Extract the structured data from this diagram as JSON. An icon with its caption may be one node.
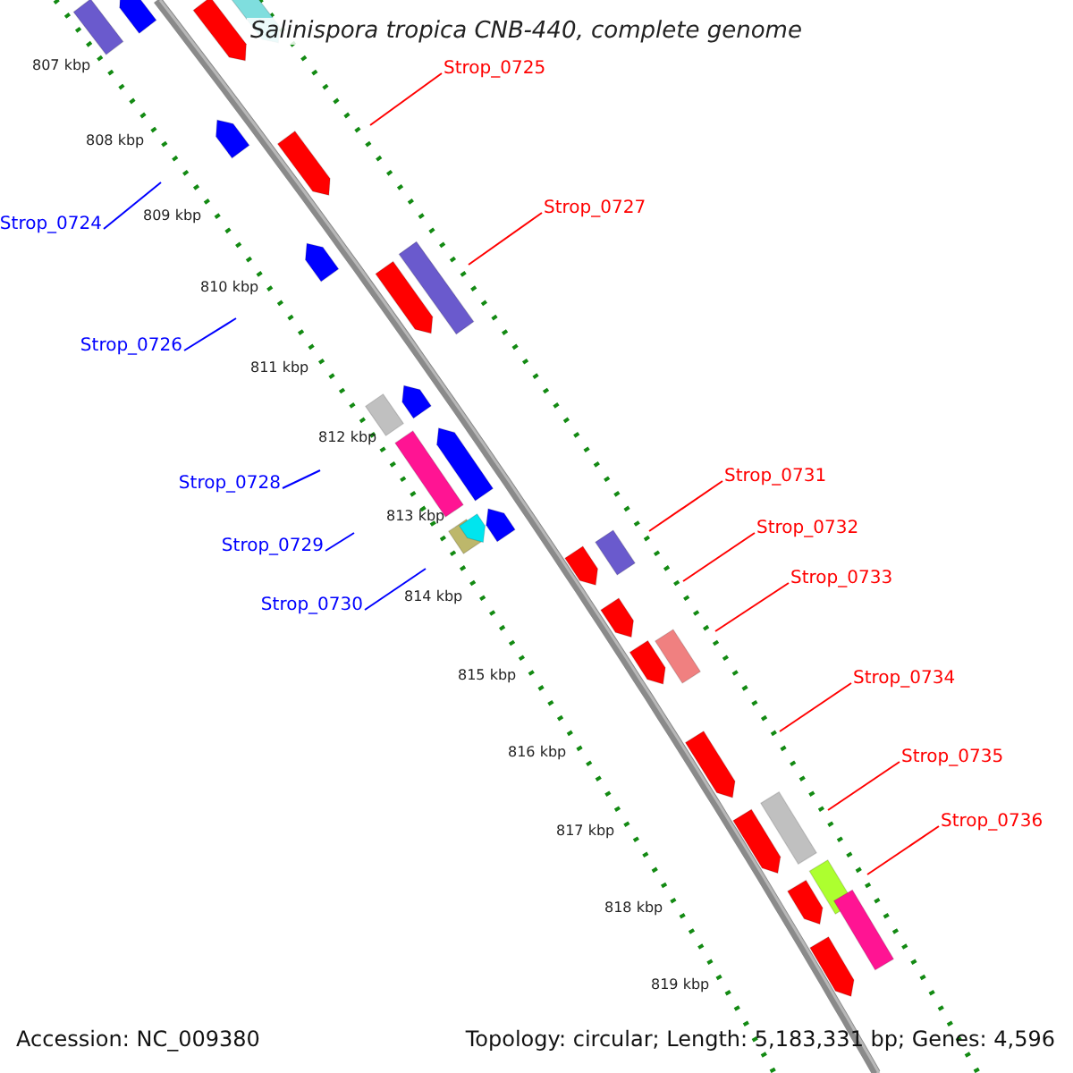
{
  "diagram": {
    "title": "Salinispora tropica CNB-440, complete genome",
    "nodes": [
      {
        "text": [
          "Strop_0725"
        ]
      },
      {
        "text": [
          "Strop_0727"
        ]
      },
      {
        "text": [
          "Strop_0724"
        ]
      },
      {
        "text": [
          "Strop_0726"
        ]
      },
      {
        "text": [
          "Strop_0731"
        ]
      },
      {
        "text": [
          "Strop_0728"
        ]
      },
      {
        "text": [
          "Strop_0732"
        ]
      },
      {
        "text": [
          "Strop_0729"
        ]
      },
      {
        "text": [
          "Strop_0733"
        ]
      },
      {
        "text": [
          "Strop_0730"
        ]
      },
      {
        "text": [
          "Strop_0734"
        ]
      },
      {
        "text": [
          "Strop_0735"
        ]
      },
      {
        "text": [
          "Strop_0736"
        ]
      }
    ],
    "edges": [
      {
        "from": 0,
        "to": null,
        "arrow": "none"
      },
      {
        "from": 1,
        "to": null,
        "arrow": "none"
      },
      {
        "from": 2,
        "to": null,
        "arrow": "none",
        "color": "#0000ff"
      },
      {
        "from": 3,
        "to": null,
        "arrow": "none",
        "color": "#0000ff"
      },
      {
        "from": 4,
        "to": null,
        "arrow": "none"
      },
      {
        "from": 5,
        "to": null,
        "arrow": "none",
        "color": "#0000ff"
      },
      {
        "from": 6,
        "to": null,
        "arrow": "none"
      },
      {
        "from": 7,
        "to": null,
        "arrow": "none",
        "color": "#0000ff"
      },
      {
        "from": 8,
        "to": null,
        "arrow": "none"
      },
      {
        "from": 9,
        "to": null,
        "arrow": "none",
        "color": "#0000ff"
      },
      {
        "from": 10,
        "to": null,
        "arrow": "none"
      },
      {
        "from": 11,
        "to": null,
        "arrow": "none"
      },
      {
        "from": 12,
        "to": null,
        "arrow": "none"
      }
    ],
    "labels": [
      "807 kbp",
      "808 kbp",
      "809 kbp",
      "810 kbp",
      "811 kbp",
      "812 kbp",
      "813 kbp",
      "814 kbp",
      "815 kbp",
      "816 kbp",
      "817 kbp",
      "818 kbp",
      "819 kbp",
      "Accession: NC_009380",
      "Topology: circular; Length: 5,183,331 bp; Genes: 4,596"
    ]
  }
}
